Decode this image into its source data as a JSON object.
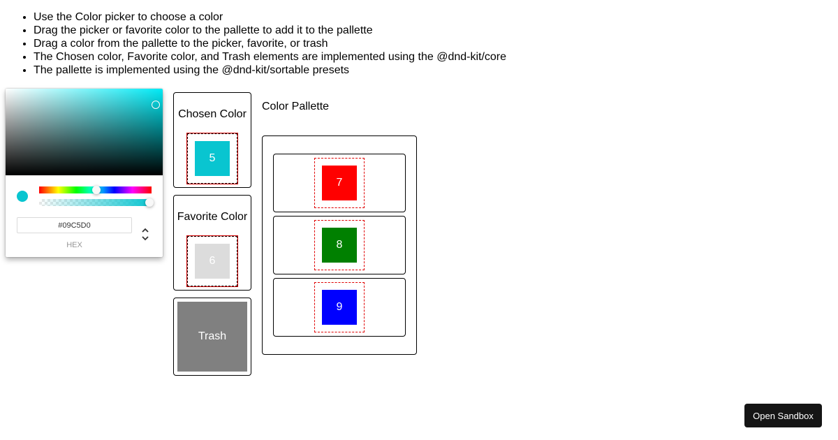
{
  "instructions": [
    "Use the Color picker to choose a color",
    "Drag the picker or favorite color to the pallette to add it to the pallette",
    "Drag a color from the pallette to the picker, favorite, or trash",
    "The Chosen color, Favorite color, and Trash elements are implemented using the @dnd-kit/core",
    "The pallette is implemented using the @dnd-kit/sortable presets"
  ],
  "picker": {
    "current_color": "#09C5D0",
    "hex_value": "#09C5D0",
    "mode_label": "HEX",
    "icons": {
      "mode_toggle": "chevron-up-down-icon"
    }
  },
  "chosen": {
    "title": "Chosen Color",
    "tile": {
      "label": "5",
      "color": "#09C5D0"
    }
  },
  "favorite": {
    "title": "Favorite Color",
    "tile": {
      "label": "6",
      "color": "#DCDCDC"
    }
  },
  "trash": {
    "label": "Trash",
    "color": "#808080"
  },
  "pallette": {
    "title": "Color Pallette",
    "items": [
      {
        "label": "7",
        "color": "#FF0000"
      },
      {
        "label": "8",
        "color": "#008000"
      },
      {
        "label": "9",
        "color": "#0000FF"
      }
    ]
  },
  "footer": {
    "open_sandbox_label": "Open Sandbox"
  }
}
